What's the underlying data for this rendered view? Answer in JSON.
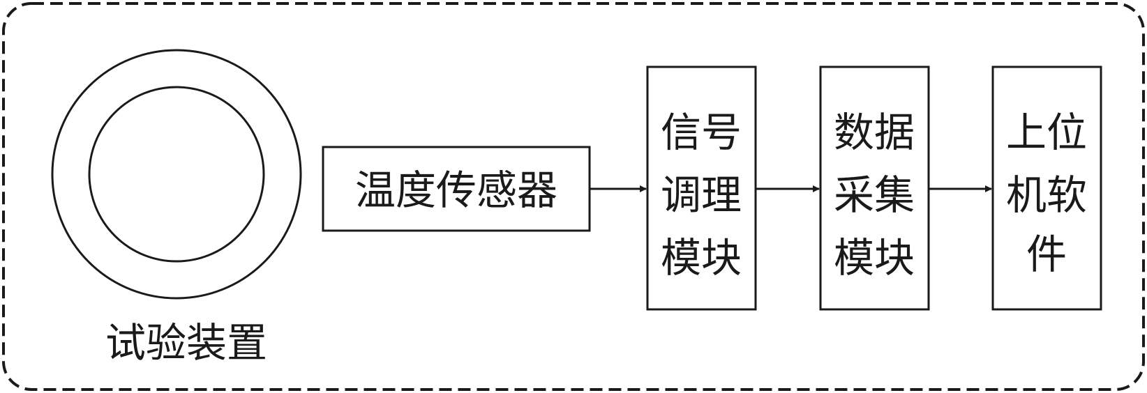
{
  "diagram": {
    "test_device": {
      "label": "试验装置"
    },
    "temperature_sensor": {
      "label": "温度传感器"
    },
    "signal_conditioning": {
      "lines": [
        "信号",
        "调理",
        "模块"
      ]
    },
    "data_acquisition": {
      "lines": [
        "数据",
        "采集",
        "模块"
      ]
    },
    "host_software": {
      "lines": [
        "上位",
        "机软",
        "件"
      ]
    }
  }
}
